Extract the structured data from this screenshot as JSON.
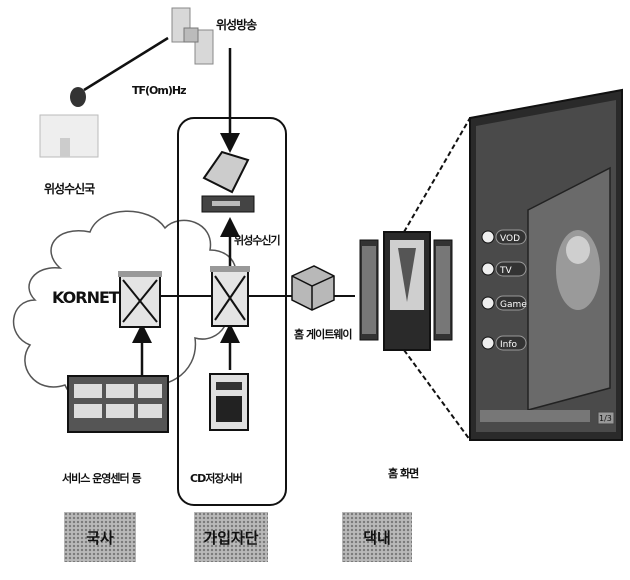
{
  "labels": {
    "satellite": "위성방송",
    "tf_link": "TF(Om)Hz",
    "receiver_station": "위성수신국",
    "satellite_receiver": "위성수신기",
    "kornet": "KORNET",
    "contents_server": "서비스 운영센터 등",
    "cd_server": "CD저장서버",
    "gateway": "홈 게이트웨이",
    "home_screen": "홈 화면"
  },
  "zones": {
    "center": "국사",
    "access": "가입자단",
    "home": "댁내"
  },
  "tv_menu": [
    "VOD",
    "TV",
    "Game",
    "Info"
  ],
  "tv_page": "1/3",
  "colors": {
    "ink": "#111111",
    "zone_fill": "#b9b9b9",
    "tv_bezel": "#2a2a2a",
    "tv_screen": "#6a6a6a"
  }
}
